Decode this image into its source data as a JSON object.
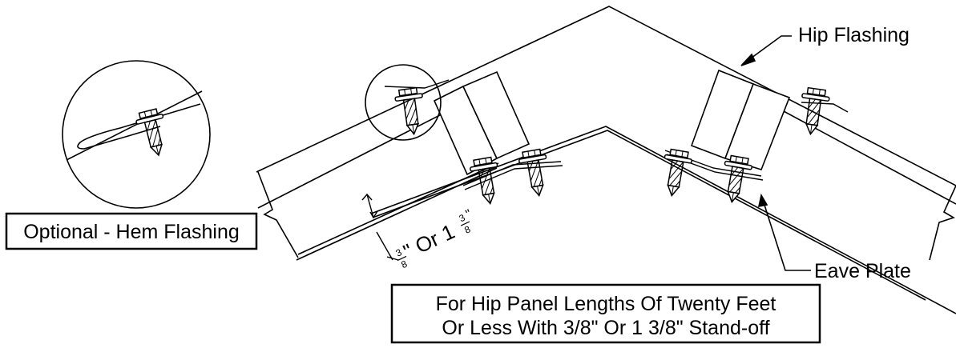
{
  "labels": {
    "hip_flashing": "Hip Flashing",
    "eave_plate": "Eave Plate",
    "optional_hem": "Optional - Hem Flashing",
    "standoff_num": "3",
    "standoff_den": "8",
    "standoff_or": "\" Or 1",
    "standoff_num2": "3",
    "standoff_den2": "8",
    "standoff_inch2": "\""
  },
  "note": {
    "line1": "For Hip Panel Lengths Of Twenty Feet",
    "line2": "Or Less With 3/8\" Or 1 3/8\" Stand-off"
  },
  "colors": {
    "line": "#000000",
    "background": "#ffffff"
  }
}
